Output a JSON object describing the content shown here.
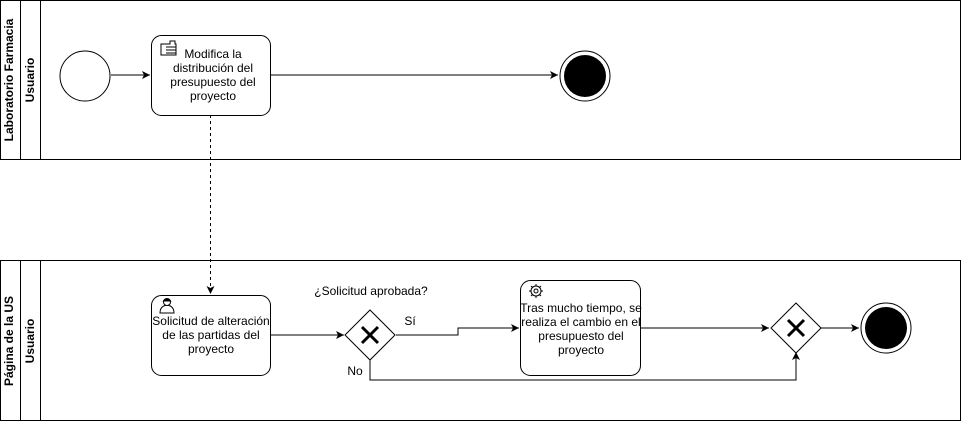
{
  "pools": [
    {
      "pool_label": "Laboratorio Farmacia",
      "lane_label": "Usuario"
    },
    {
      "pool_label": "Página de la US",
      "lane_label": "Usuario"
    }
  ],
  "tasks": {
    "modify": {
      "label": "Modifica la distribución del presupuesto del proyecto",
      "icon": "manual-task-icon"
    },
    "request": {
      "label": "Solicitud de alteración de las partidas del proyecto",
      "icon": "user-task-icon"
    },
    "service": {
      "label": "Tras mucho tiempo, se realiza el cambio en el presupuesto del proyecto",
      "icon": "service-task-icon"
    }
  },
  "gateway": {
    "question": "¿Solicitud aprobada?",
    "yes_label": "Sí",
    "no_label": "No"
  },
  "colors": {
    "stroke": "#000000",
    "fill": "#ffffff",
    "end_event": "#000000"
  }
}
